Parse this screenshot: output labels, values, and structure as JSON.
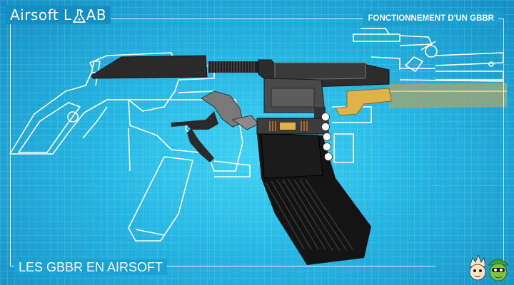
{
  "brand": {
    "logo_text": "Airsoft L",
    "logo_lab_ab": "AB"
  },
  "header": {
    "title": "FONCTIONNEMENT D'UN GBBR"
  },
  "footer": {
    "title": "LES GBBR EN AIRSOFT"
  },
  "colors": {
    "background": "#24b6e3",
    "blueprint_line": "#ffffff",
    "gun_dark": "#2a2a2a",
    "gun_grey": "#6a6a6a",
    "bolt_gold": "#e0b24a",
    "spring_orange": "#e07a1f",
    "bb": "#ffffff"
  },
  "icons": [
    "flask-icon",
    "mascot-icons"
  ]
}
